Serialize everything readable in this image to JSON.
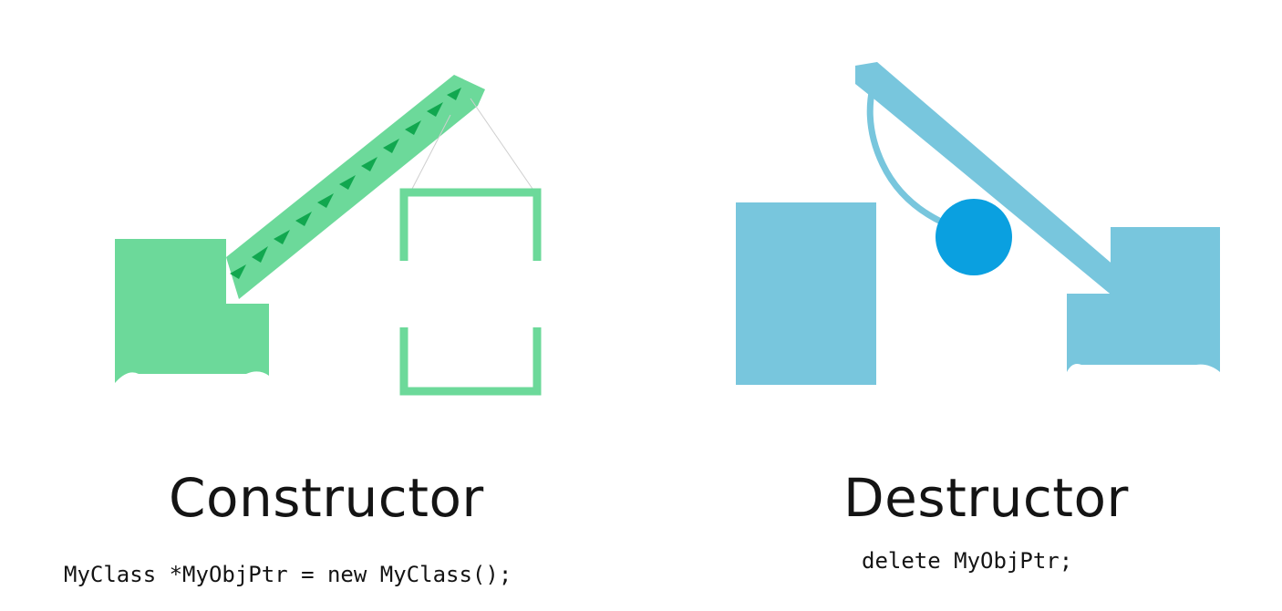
{
  "constructor": {
    "title": "Constructor",
    "code": "MyClass *MyObjPtr = new MyClass();",
    "illustration_icon": "construction-crane-icon",
    "color": "#6cd99a",
    "accent_color": "#11a74f"
  },
  "destructor": {
    "title": "Destructor",
    "code": "delete MyObjPtr;",
    "illustration_icon": "wrecking-ball-crane-icon",
    "color": "#78c6dd",
    "accent_color": "#0aa0e0"
  }
}
